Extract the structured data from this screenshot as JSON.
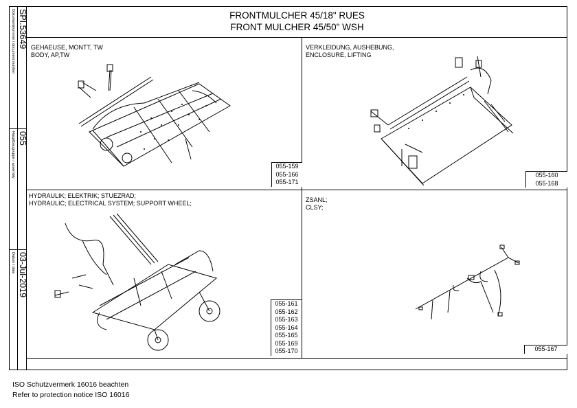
{
  "title": {
    "line1": "FRONTMULCHER 45/18\" RUES",
    "line2": "FRONT MULCHER 45/50\" WSH"
  },
  "sidebar": {
    "document": {
      "label": "Dokumentnummer / document number",
      "value": "SPI.53649"
    },
    "assembly": {
      "label": "Hauptbaugruppe / assembly",
      "value": "055"
    },
    "date": {
      "label": "Datum / date",
      "value": "03-Jul-2019"
    }
  },
  "panels": [
    {
      "caption1": "GEHAEUSE, MONTT, TW",
      "caption2": "BODY, AP,TW",
      "refs": [
        "055-159",
        "055-166",
        "055-171"
      ]
    },
    {
      "caption1": "VERKLEIDUNG, AUSHEBUNG,",
      "caption2": "ENCLOSURE, LIFTING",
      "refs": [
        "055-160",
        "055-168"
      ]
    },
    {
      "caption1": "HYDRAULIK; ELEKTRIK; STUEZRAD;",
      "caption2": "HYDRAULIC; ELECTRICAL SYSTEM; SUPPORT WHEEL;",
      "refs": [
        "055-161",
        "055-162",
        "055-163",
        "055-164",
        "055-165",
        "055-169",
        "055-170"
      ]
    },
    {
      "caption1": "ZSANL;",
      "caption2": "CLSY;",
      "refs": [
        "055-167"
      ]
    }
  ],
  "footer": {
    "line1": "ISO Schutzvermerk 16016 beachten",
    "line2": "Refer to protection notice ISO 16016"
  }
}
